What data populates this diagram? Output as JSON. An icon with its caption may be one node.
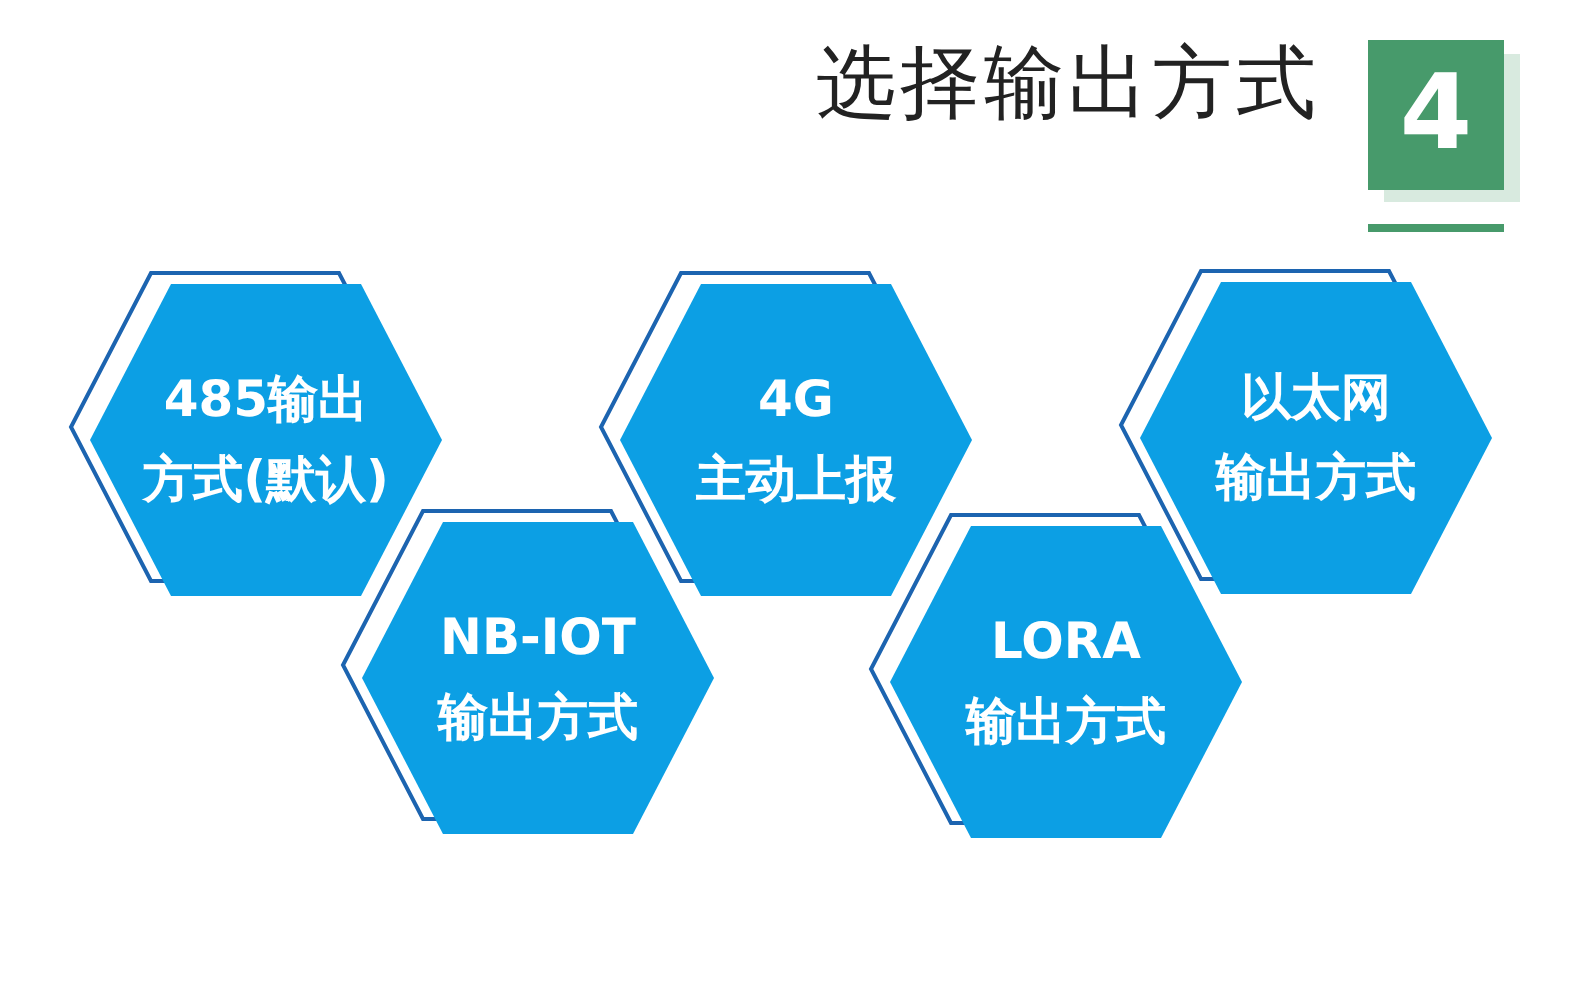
{
  "diagram": {
    "title": "选择输出方式",
    "nodes": [
      {
        "text": [
          "485输出方式(默认)"
        ]
      },
      {
        "text": [
          "4G主动上报"
        ]
      },
      {
        "text": [
          "以太网输出方式"
        ]
      },
      {
        "text": [
          "NB-IOT输出方式"
        ]
      },
      {
        "text": [
          "LORA输出方式"
        ]
      }
    ],
    "labels": [
      "4"
    ]
  }
}
